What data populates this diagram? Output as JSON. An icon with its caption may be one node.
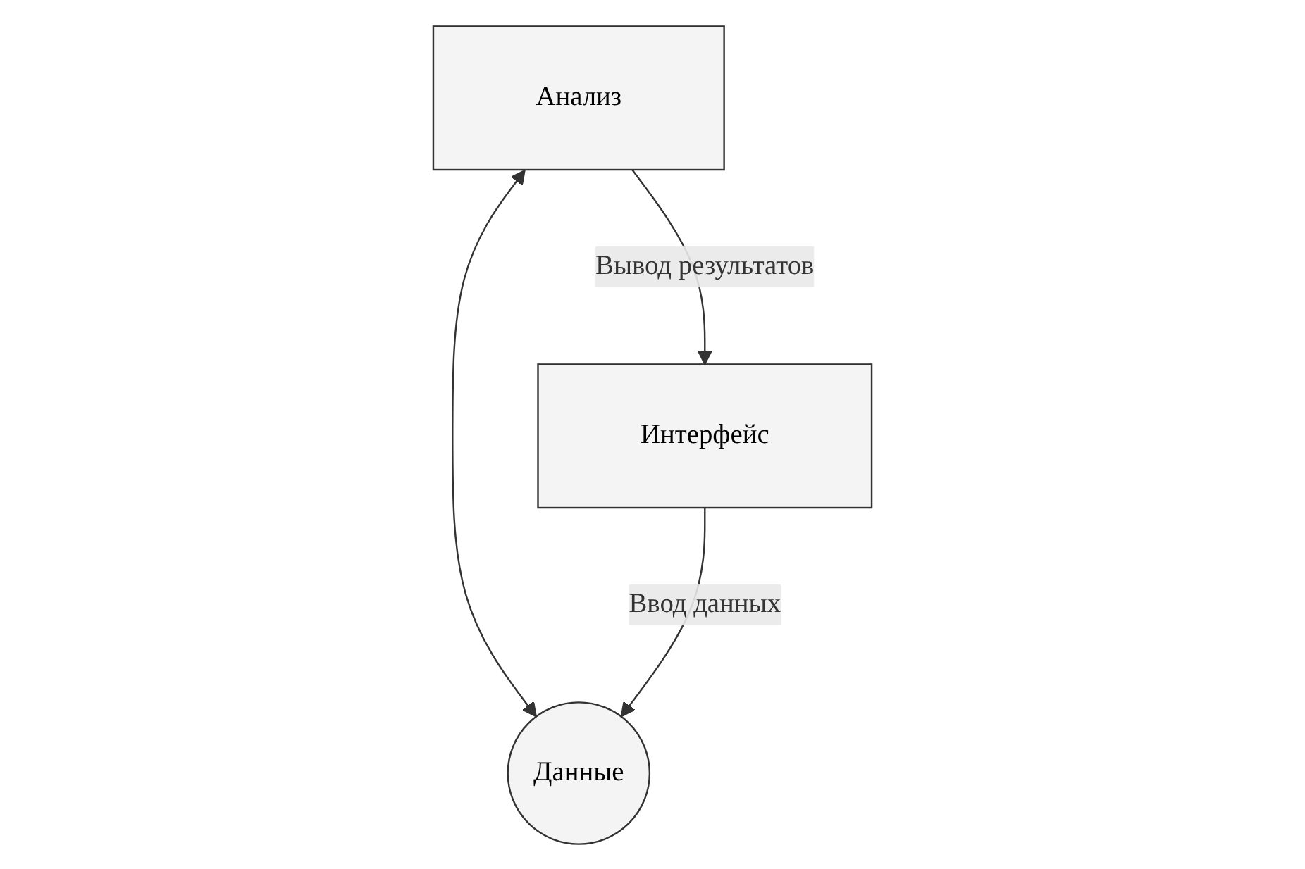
{
  "diagram": {
    "nodes": [
      {
        "text": [
          "Анализ"
        ]
      },
      {
        "text": [
          "Данные"
        ]
      },
      {
        "text": [
          "Интерфейс"
        ]
      }
    ],
    "edges": [
      {
        "from": 0,
        "to": 1,
        "arrow": "both"
      },
      {
        "from": 0,
        "to": 2,
        "arrow": "to",
        "label": "Вывод результатов"
      },
      {
        "from": 2,
        "to": 1,
        "arrow": "to",
        "label": "Ввод данных"
      }
    ]
  }
}
